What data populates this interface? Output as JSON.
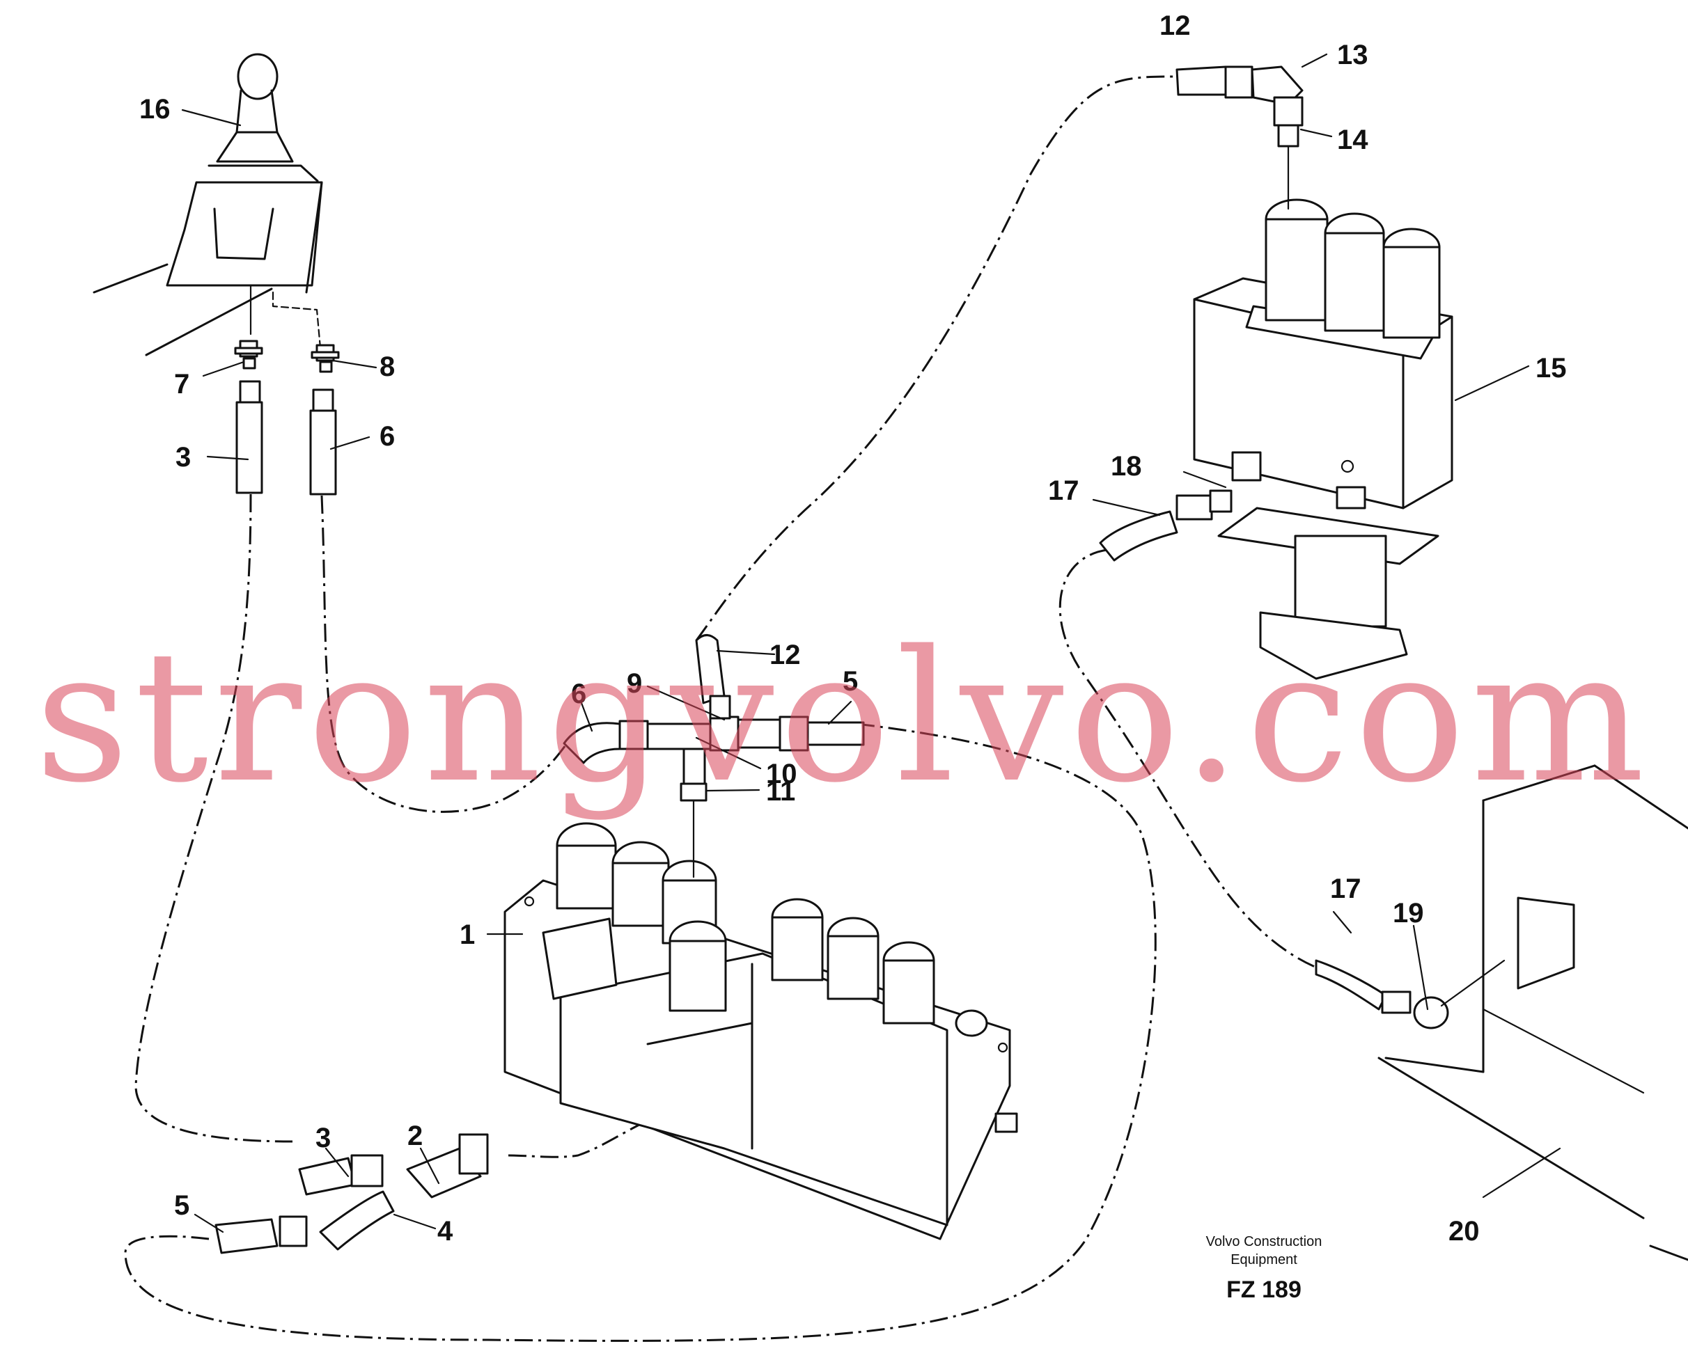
{
  "callouts": {
    "c16": "16",
    "c7": "7",
    "c8": "8",
    "c3a": "3",
    "c6a": "6",
    "c12a": "12",
    "c13": "13",
    "c14": "14",
    "c15": "15",
    "c18": "18",
    "c17a": "17",
    "c12b": "12",
    "c9": "9",
    "c5a": "5",
    "c6b": "6",
    "c10": "10",
    "c11": "11",
    "c1": "1",
    "c17b": "17",
    "c19": "19",
    "c3b": "3",
    "c2": "2",
    "c5b": "5",
    "c4": "4",
    "c20": "20"
  },
  "credit": {
    "line1": "Volvo Construction",
    "line2": "Equipment",
    "figure": "FZ 189"
  },
  "watermark": "strongvolvo.com",
  "colors": {
    "line": "#111111",
    "watermark": "#d9455a",
    "background": "#ffffff"
  }
}
